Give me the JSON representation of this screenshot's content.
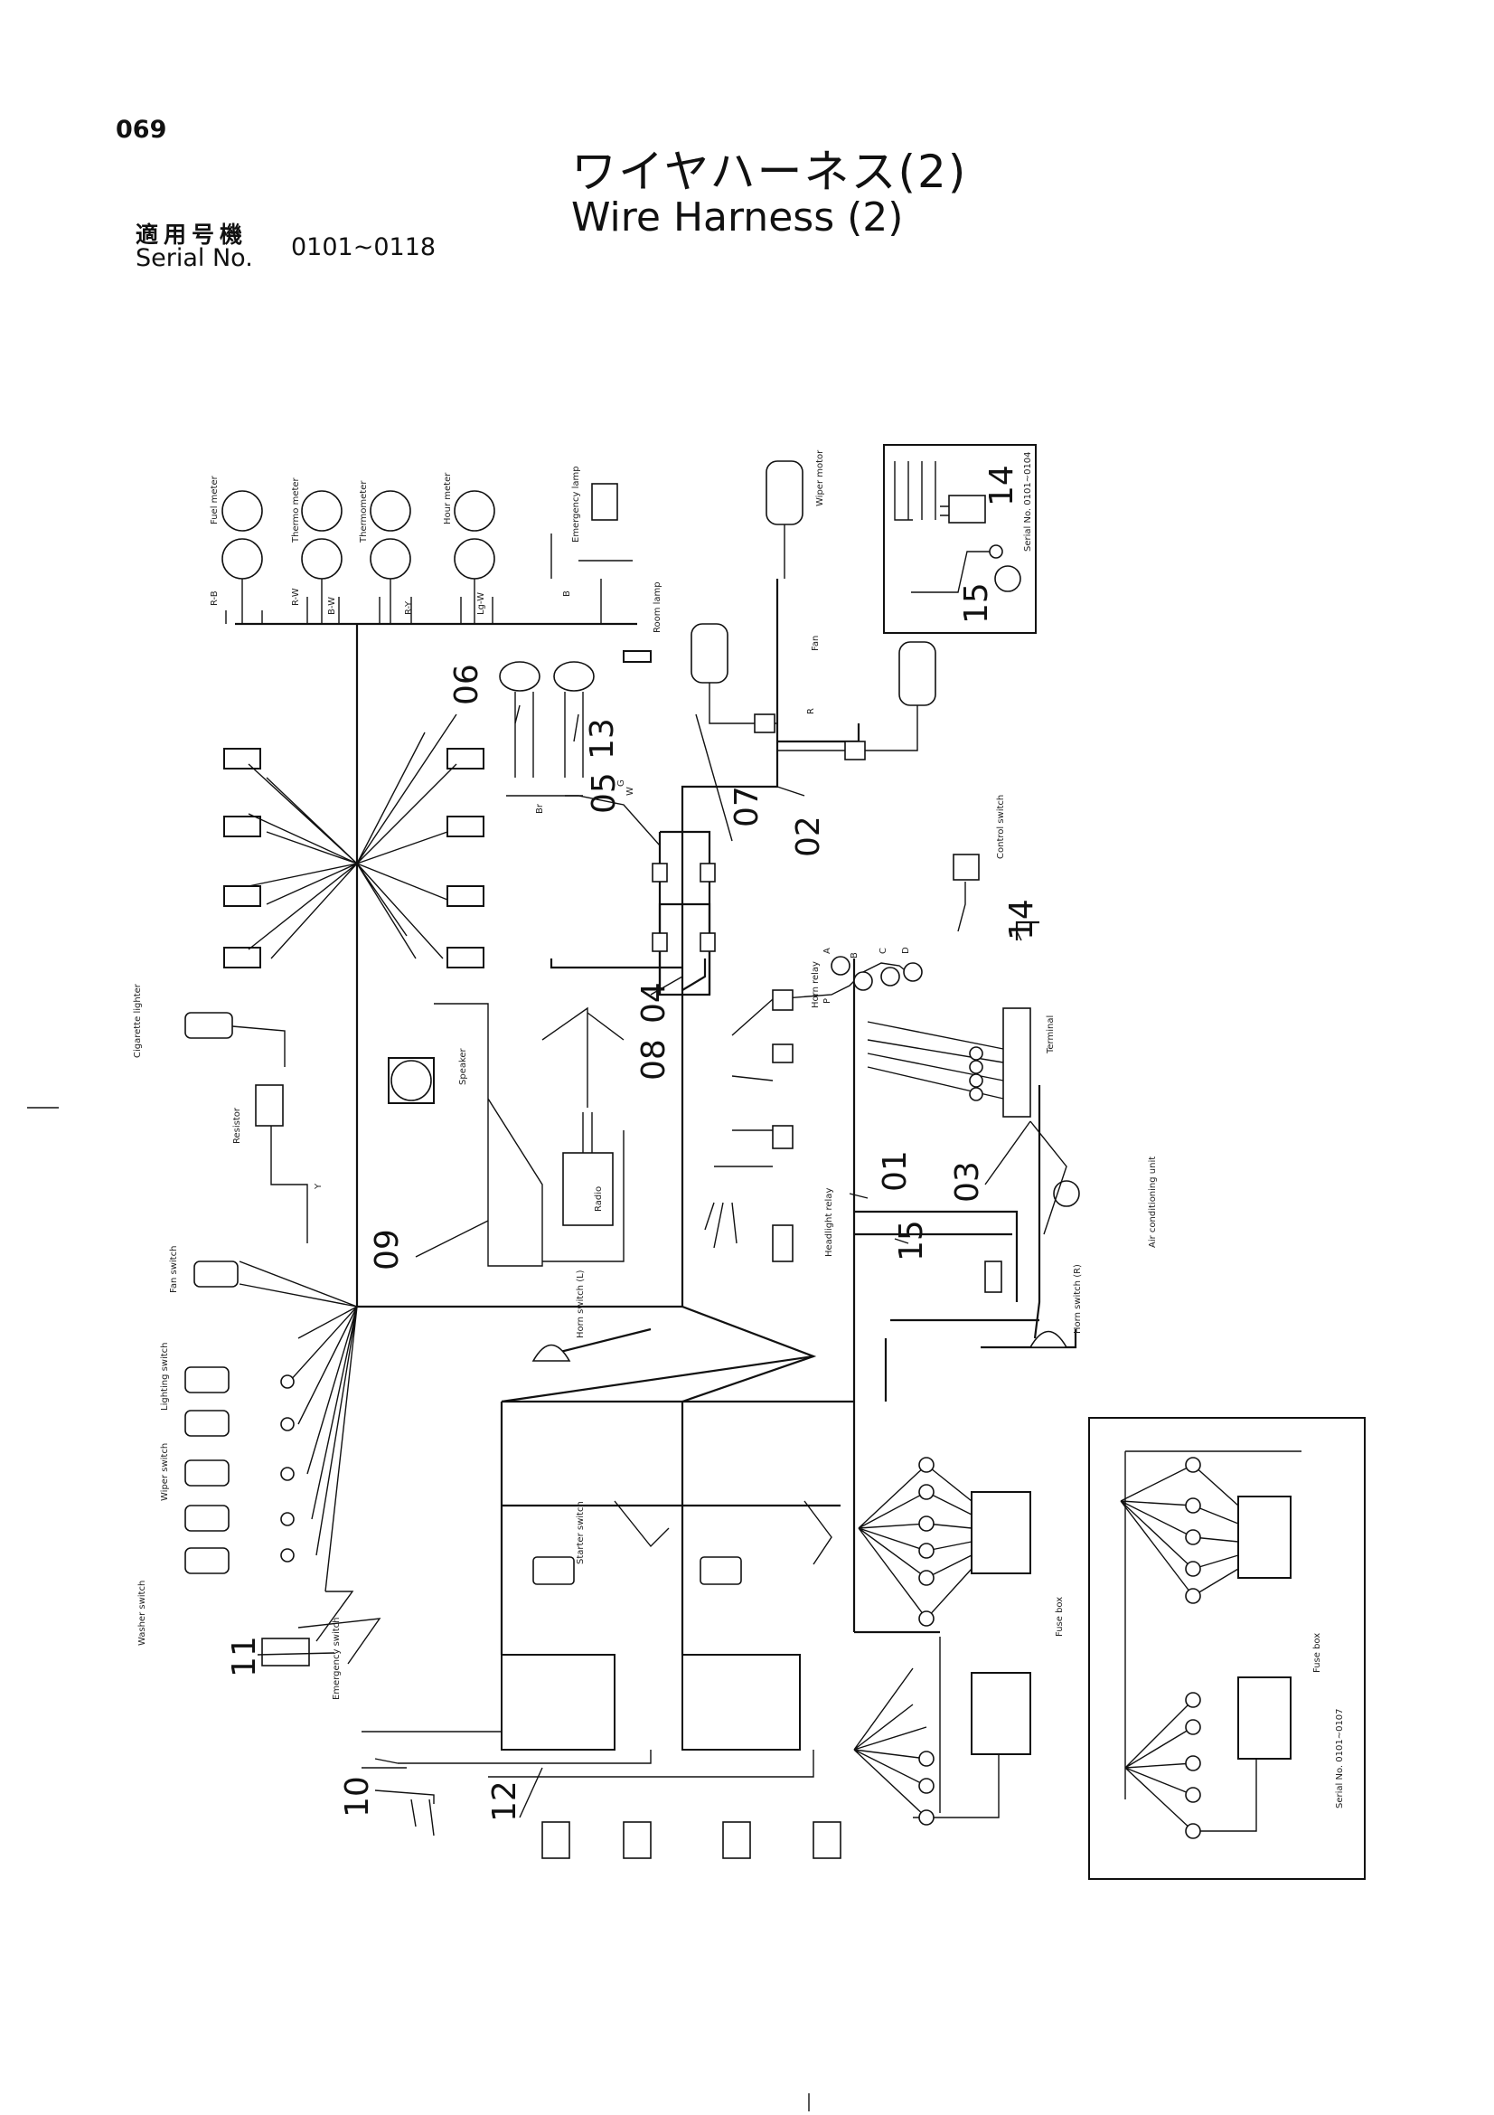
{
  "header": {
    "page_number": "069",
    "title_jp": "ワイヤハーネス(2)",
    "title_en": "Wire Harness (2)",
    "serial_label_jp": "適用号機",
    "serial_label_en": "Serial No.",
    "serial_range": "0101~0118"
  },
  "callouts": {
    "n01": "01",
    "n02": "02",
    "n03": "03",
    "n04": "04",
    "n05": "05",
    "n06": "06",
    "n07": "07",
    "n08": "08",
    "n09": "09",
    "n10": "10",
    "n11": "11",
    "n12": "12",
    "n13": "13",
    "n14": "14",
    "n15": "15",
    "n14_inset": "14",
    "n15_inset": "15"
  },
  "component_labels": {
    "fuel_meter": "Fuel meter",
    "thermo_meter": "Thermo meter",
    "thermometer": "Thermometer",
    "hour_meter": "Hour meter",
    "emergency_lamp": "Emergency lamp",
    "room_lamp": "Room lamp",
    "fan": "Fan",
    "wiper_motor": "Wiper motor",
    "cigarette_lighter": "Cigarette lighter",
    "resistor": "Resistor",
    "speaker": "Speaker",
    "radio": "Radio",
    "horn_relay": "Horn relay",
    "headlight_relay": "Headlight relay",
    "terminal": "Terminal",
    "air_conditioning_unit": "Air conditioning unit",
    "control_switch": "Control switch",
    "horn_switch_left": "Horn switch (L)",
    "horn_switch_right": "Horn switch (R)",
    "fan_switch": "Fan switch",
    "lighting_switch": "Lighting switch",
    "washer_switch": "Washer switch",
    "wiper_switch": "Wiper switch",
    "emergency_switch": "Emergency switch",
    "starter_switch": "Starter switch",
    "fuse_box": "Fuse box",
    "fuse_box_2": "Fuse box",
    "inset_serial": "Serial No. 0101~0104",
    "inset_serial_2": "Serial No. 0101~0107"
  },
  "wire_codes": {
    "r": "R",
    "b": "B",
    "y": "Y",
    "g": "G",
    "w": "W",
    "br": "Br",
    "rb": "R-B",
    "rw": "R-W",
    "bw": "B-W",
    "ry": "R-Y",
    "lgw": "Lg-W",
    "a": "A",
    "bb": "B",
    "cc": "C",
    "dd": "D",
    "p": "P"
  },
  "colors": {
    "ink": "#111111",
    "paper": "#ffffff"
  }
}
